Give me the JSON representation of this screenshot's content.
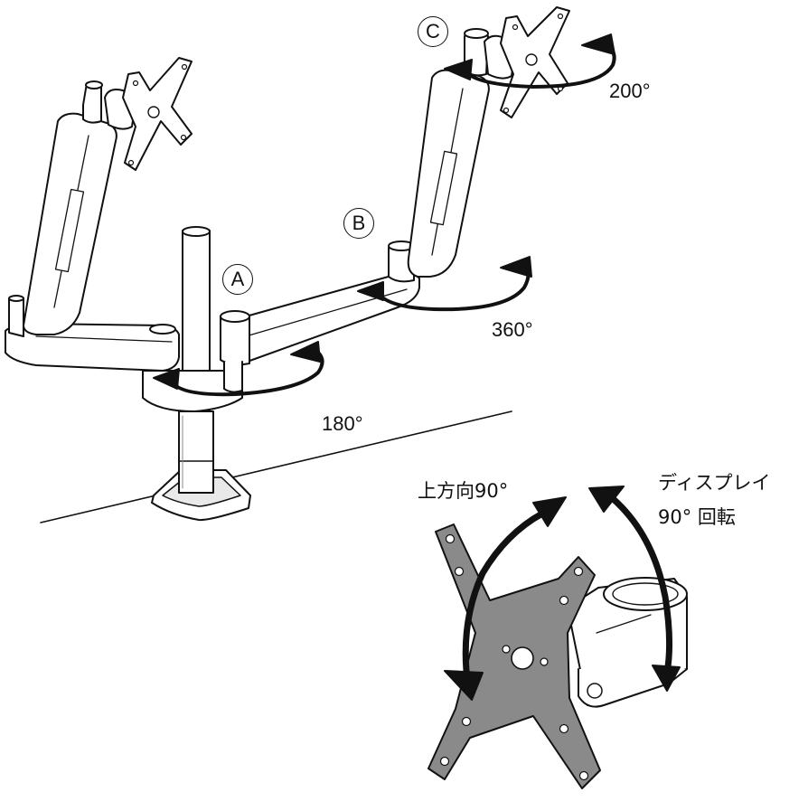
{
  "joints": {
    "a": "A",
    "b": "B",
    "c": "C"
  },
  "angles": {
    "base": "180°",
    "elbow": "360°",
    "head": "200°"
  },
  "tilt": {
    "up": "上方向90°",
    "rotate_line1": "ディスプレイ",
    "rotate_line2": "90°  回転"
  }
}
